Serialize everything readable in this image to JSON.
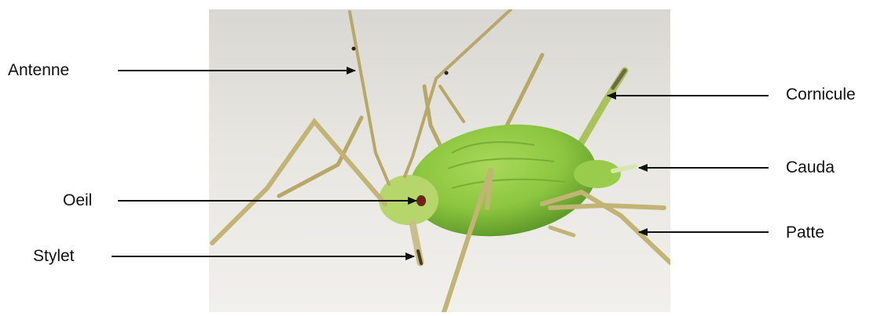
{
  "labels": {
    "antenne": "Antenne",
    "oeil": "Oeil",
    "stylet": "Stylet",
    "cornicule": "Cornicule",
    "cauda": "Cauda",
    "patte": "Patte"
  },
  "colors": {
    "background": "#ffffff",
    "photo_background": "#e6e5e0",
    "aphid_body": "#8cc63f",
    "aphid_body_dark": "#5f9a2a",
    "legs": "#b8a867",
    "arrow": "#111111"
  }
}
